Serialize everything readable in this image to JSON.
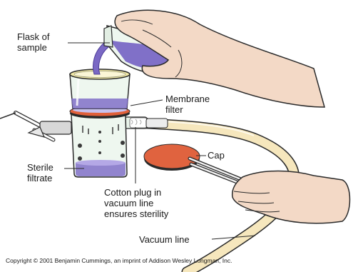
{
  "labels": {
    "flask": "Flask of\nsample",
    "membrane": "Membrane\nfilter",
    "sterile": "Sterile\nfiltrate",
    "cotton": "Cotton plug in\nvacuum line\nensures sterility",
    "cap": "Cap",
    "vacuum": "Vacuum line"
  },
  "copyright": "Copyright © 2001 Benjamin Cummings, an imprint of Addison Wesley Longman, Inc.",
  "colors": {
    "sample": "#8070c8",
    "sample_dark": "#5a48a8",
    "membrane": "#e0603a",
    "cap": "#e0633f",
    "glass": "#e9f4ea",
    "funnel_rim": "#f2e9a8",
    "tubing": "#f6e7bd",
    "skin": "#f3d9c6",
    "outline": "#2a2a2a"
  }
}
